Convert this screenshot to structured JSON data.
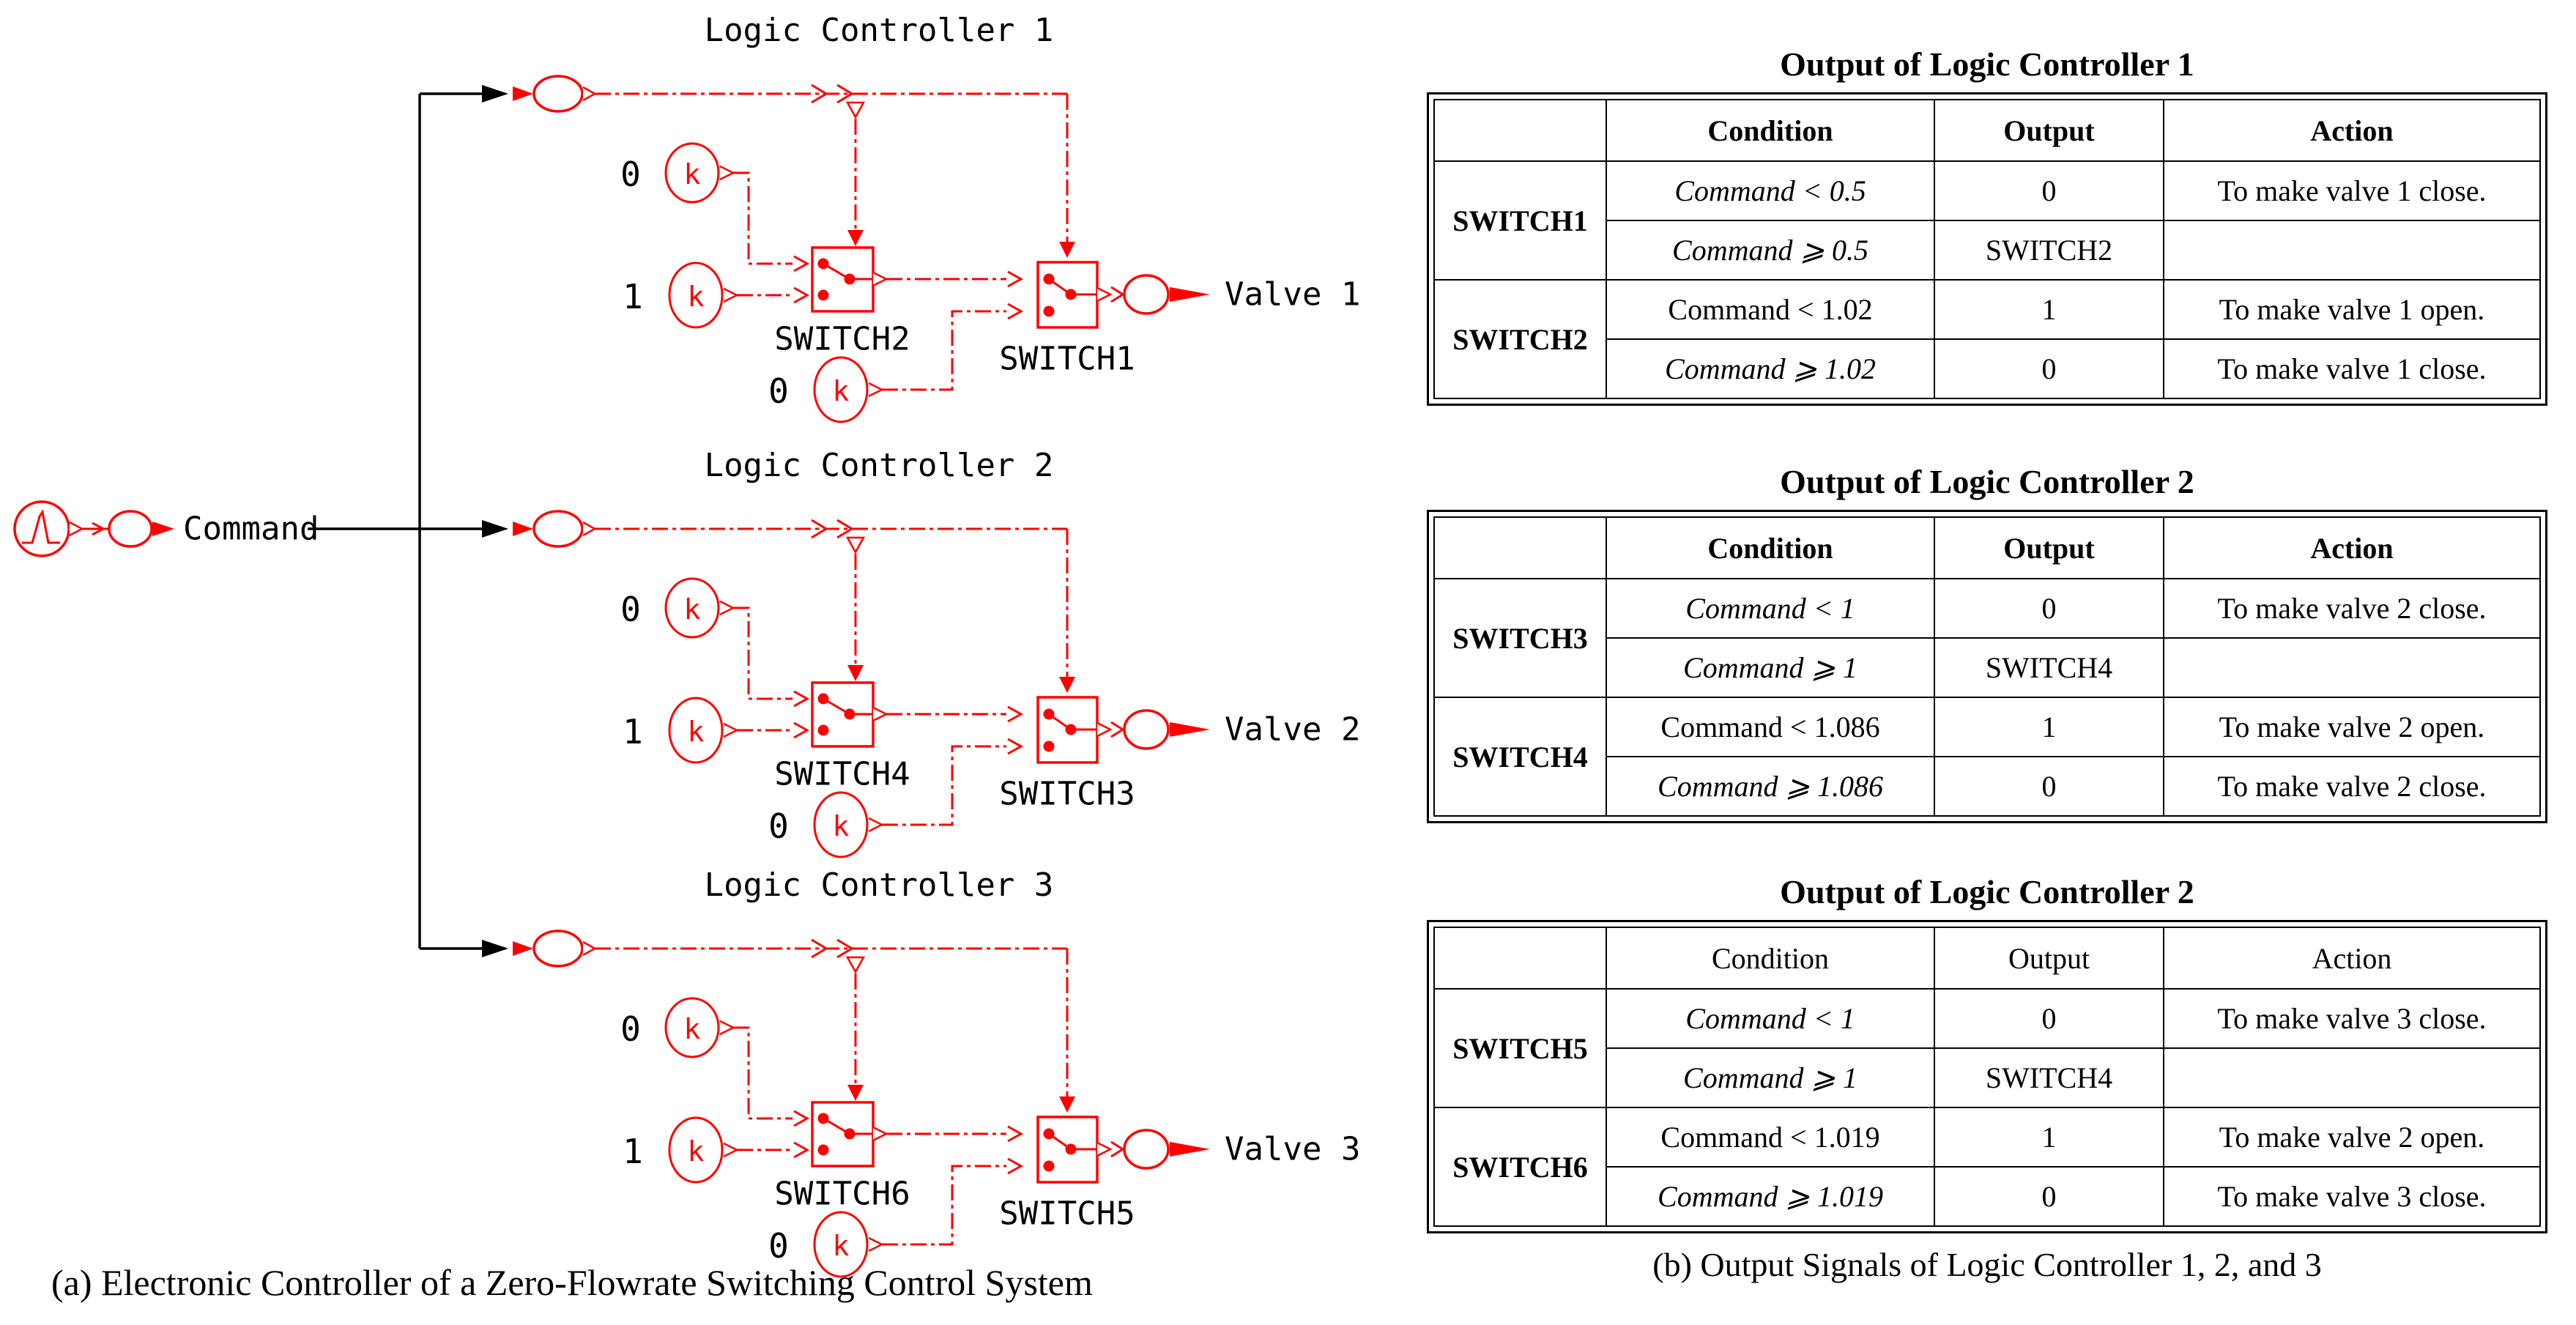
{
  "colors": {
    "accent_red": "#ff0000",
    "line_black": "#000000",
    "background": "#ffffff"
  },
  "diagram": {
    "command_label": "Command",
    "caption": "(a) Electronic Controller of a Zero-Flowrate Switching Control System",
    "controllers": [
      {
        "title": "Logic Controller 1",
        "const_top": "0",
        "const_mid": "1",
        "const_bottom": "0",
        "k_label": "k",
        "switch_first": "SWITCH2",
        "switch_second": "SWITCH1",
        "valve": "Valve 1"
      },
      {
        "title": "Logic Controller 2",
        "const_top": "0",
        "const_mid": "1",
        "const_bottom": "0",
        "k_label": "k",
        "switch_first": "SWITCH4",
        "switch_second": "SWITCH3",
        "valve": "Valve 2"
      },
      {
        "title": "Logic Controller 3",
        "const_top": "0",
        "const_mid": "1",
        "const_bottom": "0",
        "k_label": "k",
        "switch_first": "SWITCH6",
        "switch_second": "SWITCH5",
        "valve": "Valve 3"
      }
    ]
  },
  "tables": [
    {
      "title": "Output of Logic Controller 1",
      "headers": {
        "condition": "Condition",
        "output": "Output",
        "action": "Action"
      },
      "groups": [
        {
          "switch": "SWITCH1",
          "rows": [
            {
              "condition": "Command < 0.5",
              "output": "0",
              "action": "To make valve 1 close."
            },
            {
              "condition": "Command ⩾ 0.5",
              "output": "SWITCH2",
              "action": ""
            }
          ]
        },
        {
          "switch": "SWITCH2",
          "rows": [
            {
              "condition": "Command < 1.02",
              "output": "1",
              "action": "To make valve 1 open."
            },
            {
              "condition": "Command ⩾ 1.02",
              "output": "0",
              "action": "To make valve 1 close."
            }
          ]
        }
      ]
    },
    {
      "title": "Output of Logic Controller 2",
      "headers": {
        "condition": "Condition",
        "output": "Output",
        "action": "Action"
      },
      "groups": [
        {
          "switch": "SWITCH3",
          "rows": [
            {
              "condition": "Command < 1",
              "output": "0",
              "action": "To make valve 2 close."
            },
            {
              "condition": "Command ⩾ 1",
              "output": "SWITCH4",
              "action": ""
            }
          ]
        },
        {
          "switch": "SWITCH4",
          "rows": [
            {
              "condition": "Command < 1.086",
              "output": "1",
              "action": "To make valve 2 open."
            },
            {
              "condition": "Command ⩾ 1.086",
              "output": "0",
              "action": "To make valve 2 close."
            }
          ]
        }
      ]
    },
    {
      "title": "Output of Logic Controller 2",
      "headers": {
        "condition": "Condition",
        "output": "Output",
        "action": "Action"
      },
      "groups": [
        {
          "switch": "SWITCH5",
          "rows": [
            {
              "condition": "Command < 1",
              "output": "0",
              "action": "To make valve 3 close."
            },
            {
              "condition": "Command ⩾ 1",
              "output": "SWITCH4",
              "action": ""
            }
          ]
        },
        {
          "switch": "SWITCH6",
          "rows": [
            {
              "condition": "Command < 1.019",
              "output": "1",
              "action": "To make valve 2 open."
            },
            {
              "condition": "Command ⩾ 1.019",
              "output": "0",
              "action": "To make valve 3 close."
            }
          ]
        }
      ]
    }
  ],
  "caption_b": "(b) Output Signals of Logic Controller 1, 2, and 3"
}
